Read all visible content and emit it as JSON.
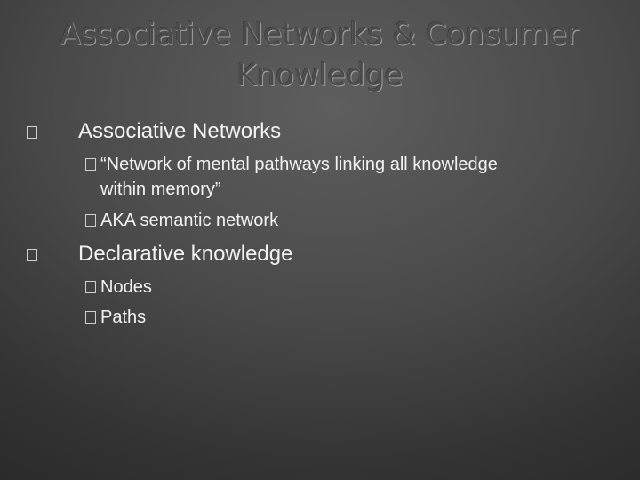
{
  "slide": {
    "title_line1": "Associative Networks & Consumer",
    "title_line2": "Knowledge",
    "bullets": [
      {
        "text": "Associative Networks",
        "sub": [
          {
            "line1": "“Network of mental pathways linking all knowledge",
            "line2": "within memory”"
          },
          {
            "line1": "AKA semantic network"
          }
        ]
      },
      {
        "text": "Declarative knowledge",
        "sub": [
          {
            "line1": "Nodes"
          },
          {
            "line1": "Paths"
          }
        ]
      }
    ]
  }
}
